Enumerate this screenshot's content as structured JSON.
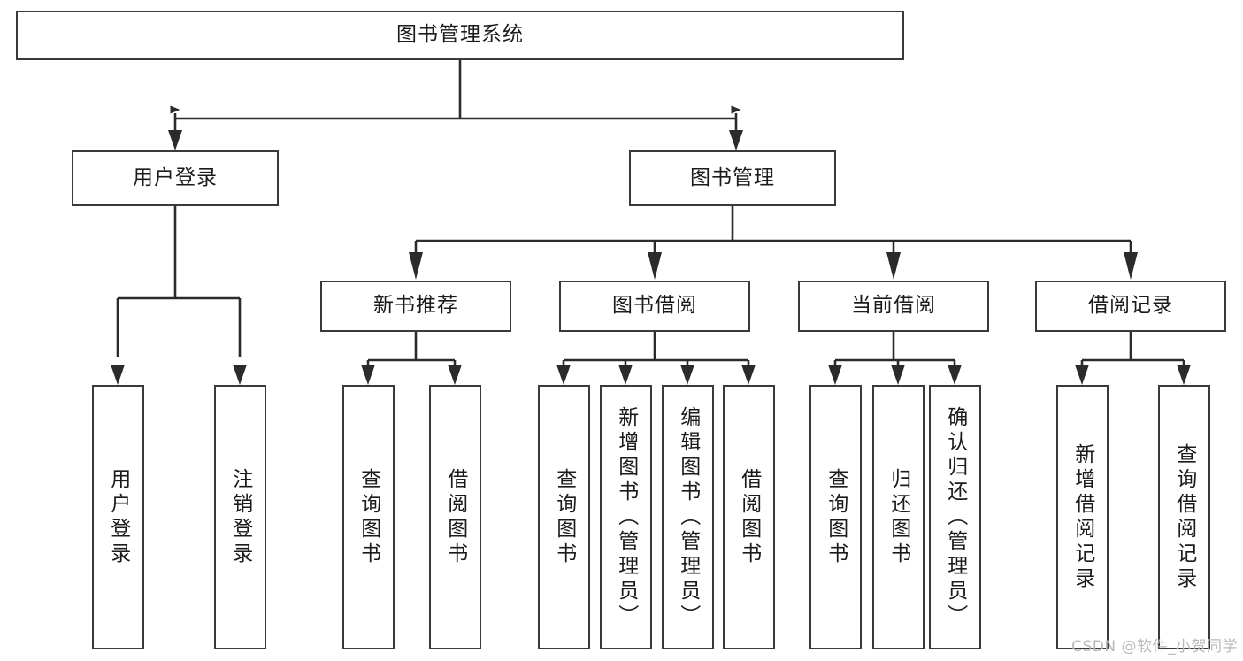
{
  "diagram": {
    "type": "tree-hierarchy",
    "title": "图书管理系统",
    "root": {
      "id": "root",
      "label": "图书管理系统"
    },
    "level2": [
      {
        "id": "user-login",
        "label": "用户登录"
      },
      {
        "id": "book-manage",
        "label": "图书管理"
      }
    ],
    "level3": [
      {
        "id": "new-book-recommend",
        "label": "新书推荐",
        "parent": "book-manage"
      },
      {
        "id": "book-borrow",
        "label": "图书借阅",
        "parent": "book-manage"
      },
      {
        "id": "current-borrow",
        "label": "当前借阅",
        "parent": "book-manage"
      },
      {
        "id": "borrow-record",
        "label": "借阅记录",
        "parent": "book-manage"
      }
    ],
    "leaves": [
      {
        "id": "leaf-user-login",
        "label": "用户登录",
        "parent": "user-login"
      },
      {
        "id": "leaf-user-logout",
        "label": "注销登录",
        "parent": "user-login"
      },
      {
        "id": "leaf-query-book-1",
        "label": "查询图书",
        "parent": "new-book-recommend"
      },
      {
        "id": "leaf-borrow-book-1",
        "label": "借阅图书",
        "parent": "new-book-recommend"
      },
      {
        "id": "leaf-query-book-2",
        "label": "查询图书",
        "parent": "book-borrow"
      },
      {
        "id": "leaf-add-book",
        "label": "新增图书（管理员）",
        "parent": "book-borrow"
      },
      {
        "id": "leaf-edit-book",
        "label": "编辑图书（管理员）",
        "parent": "book-borrow"
      },
      {
        "id": "leaf-borrow-book-2",
        "label": "借阅图书",
        "parent": "book-borrow"
      },
      {
        "id": "leaf-query-book-3",
        "label": "查询图书",
        "parent": "current-borrow"
      },
      {
        "id": "leaf-return-book",
        "label": "归还图书",
        "parent": "current-borrow"
      },
      {
        "id": "leaf-confirm-return",
        "label": "确认归还（管理员）",
        "parent": "current-borrow"
      },
      {
        "id": "leaf-add-record",
        "label": "新增借阅记录",
        "parent": "borrow-record"
      },
      {
        "id": "leaf-query-record",
        "label": "查询借阅记录",
        "parent": "borrow-record"
      }
    ],
    "watermark": "CSDN @软件_小贺同学",
    "colors": {
      "stroke": "#3a3a3a",
      "text": "#1b1b1b",
      "background": "#ffffff",
      "watermark": "#b9b9b9"
    }
  }
}
